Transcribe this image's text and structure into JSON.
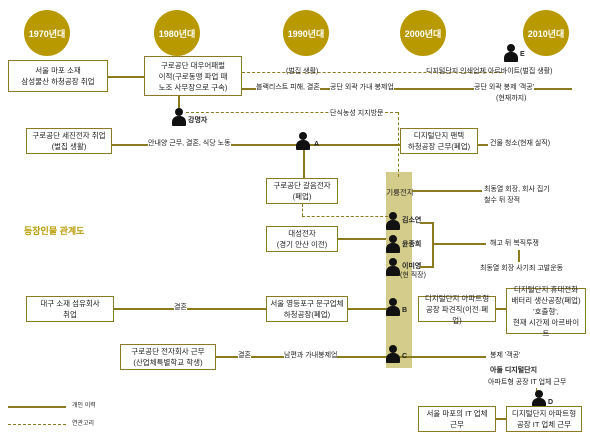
{
  "decades": [
    "1970년대",
    "1980년대",
    "1990년대",
    "2000년대",
    "2010년대"
  ],
  "section_title": "등장인물 관계도",
  "legend": {
    "personal": "개인 이력",
    "link": "연관고리"
  },
  "boxes": {
    "mapo_factory": "서울 마포 소재\n삼성물산 하청공장 취업",
    "guro_daewoo": "구로공단 대우어패럴\n이적(구로동맹 파업 때\n노조 사무장으로 구속)",
    "guro_sechang": "구로공단 세진전자 취업\n(벌집 생활)",
    "digital_pantech": "디지털단지 팬텍\n하청공장 근무(폐업)",
    "guro_galeum": "구로공단 갈음전자\n(폐업)",
    "daesung": "대성전자\n(경기 안산 이전)",
    "daegu_fiber": "대구 소재 섬유회사\n취업",
    "yeongdeungpo": "서울 영등포구 문구업체\n하청공장(폐업)",
    "digital_apt_b": "디지털단지 아파트형\n공장 파견직(이전·폐업)",
    "digital_phone": "디지털단지 휴대전화\n배터리 생산공장(폐업)\n'호출형',\n현재 시간제 아르바이트",
    "guro_electronics": "구로공단 전자회사 근무\n(산업체특별학교 학생)",
    "mapo_it": "서울 마포의 IT 업체\n근무",
    "digital_apt_d": "디지털단지 아파트형\n공장 IT 업체 근무",
    "kiryung": "기륭전자"
  },
  "labels": {
    "beoljip": "(벌집 생활)",
    "digital_print": "디지털단지 인쇄업체 아르바이트(벌집 생활)",
    "blacklist": "블랙리스트 피해, 결혼",
    "factory_outside": "공단 외곽 가내 봉제업",
    "factory_outside2": "공단 외곽 봉제 '객공'",
    "now": "(현재까지)",
    "sindan": "단식농성 지지방문",
    "kang": "강명자",
    "restaurant": "안내양 근무, 결혼, 식당 노동",
    "cleaning": "건물 청소(현재 실직)",
    "union_head": "최동열 회장, 회사 집기\n철수 뒤 장적",
    "kim": "김소연",
    "yoon": "윤종희",
    "lee": "이미영",
    "lee_sub": "(현 직장)",
    "reinstatement": "해고 뒤 복직투쟁",
    "sky_protest": "최동열 회장 사기죄 고발운동",
    "marriage1": "결혼",
    "marriage2": "결혼",
    "husband": "남편과 가내봉제업",
    "bongje_c": "봉제 '객공'",
    "son": "아들 디지털단지",
    "son2": "아파트형 공장 IT 업체 근무",
    "p_a": "A",
    "p_b": "B",
    "p_c": "C",
    "p_d": "D",
    "p_e": "E"
  }
}
